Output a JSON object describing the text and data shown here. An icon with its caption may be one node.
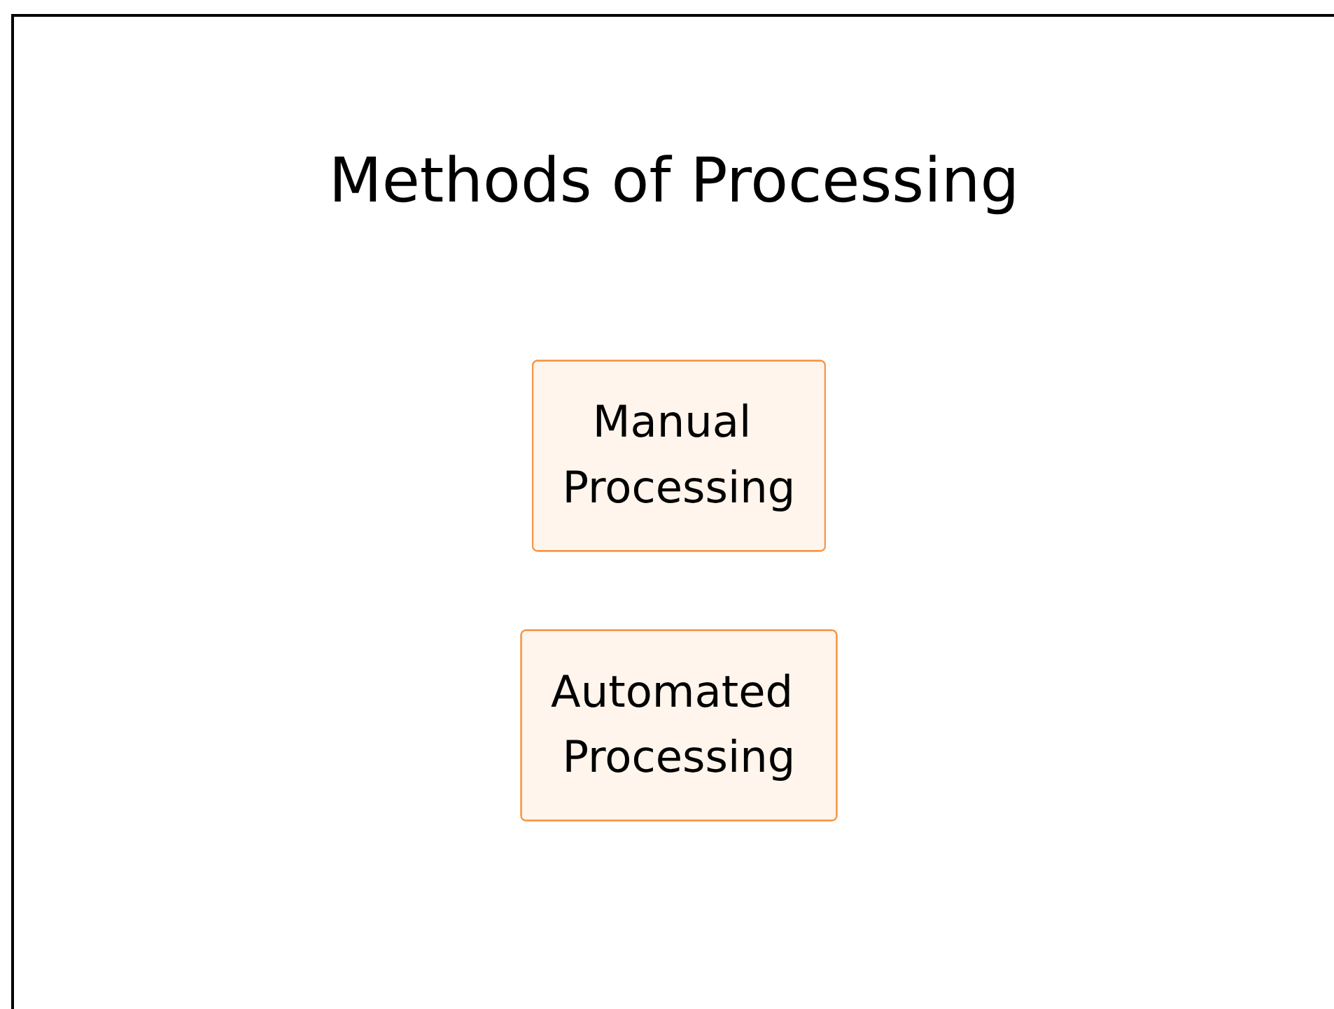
{
  "diagram": {
    "title": "Methods of Processing",
    "nodes": [
      {
        "text": [
          "Manual Processing"
        ]
      },
      {
        "text": [
          "Automated Processing"
        ]
      }
    ]
  }
}
